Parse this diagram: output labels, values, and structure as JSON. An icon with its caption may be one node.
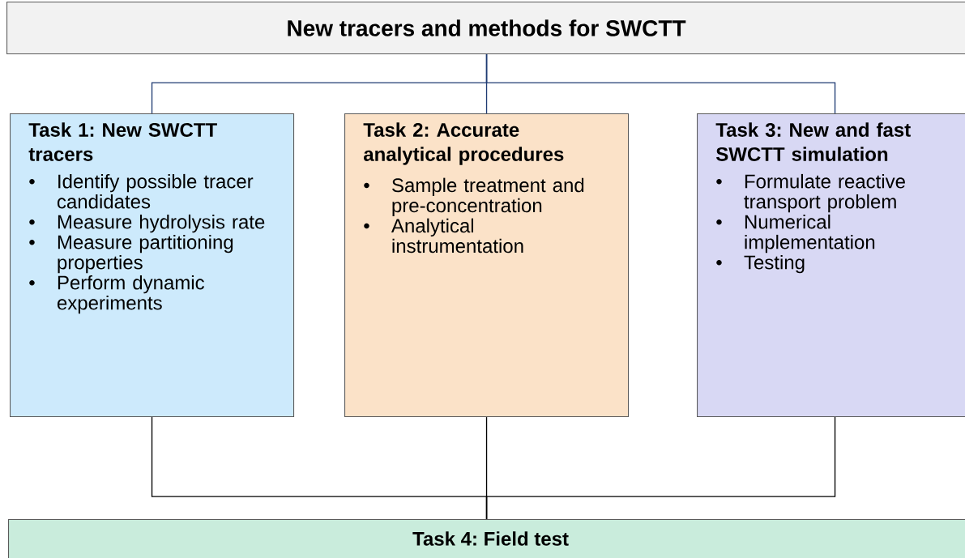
{
  "diagram": {
    "nodes": [
      {
        "text": [
          "New tracers and methods for SWCTT"
        ]
      },
      {
        "text": [
          "Task 1: New SWCTT tracers",
          "Identify possible tracer candidates",
          "Measure hydrolysis rate",
          "Measure partitioning properties",
          "Perform dynamic experiments"
        ]
      },
      {
        "text": [
          "Task 2: Accurate analytical procedures",
          "Sample treatment and pre-concentration",
          "Analytical instrumentation"
        ]
      },
      {
        "text": [
          "Task 3: New and fast SWCTT simulation",
          "Formulate reactive transport problem",
          "Numerical implementation",
          "Testing"
        ]
      },
      {
        "text": [
          "Task 4: Field test"
        ]
      }
    ],
    "edges": [
      {
        "from": 0,
        "to": 1,
        "arrow": "none",
        "color": "#1f3b73"
      },
      {
        "from": 0,
        "to": 2,
        "arrow": "none",
        "color": "#1f3b73"
      },
      {
        "from": 0,
        "to": 3,
        "arrow": "none",
        "color": "#1f3b73"
      },
      {
        "from": 1,
        "to": 4,
        "arrow": "none",
        "color": "#000000"
      },
      {
        "from": 2,
        "to": 4,
        "arrow": "none",
        "color": "#000000"
      },
      {
        "from": 3,
        "to": 4,
        "arrow": "none",
        "color": "#000000"
      }
    ],
    "labels": [
      "•",
      "•",
      "•",
      "•",
      "•",
      "•",
      "•",
      "•",
      "•"
    ]
  }
}
